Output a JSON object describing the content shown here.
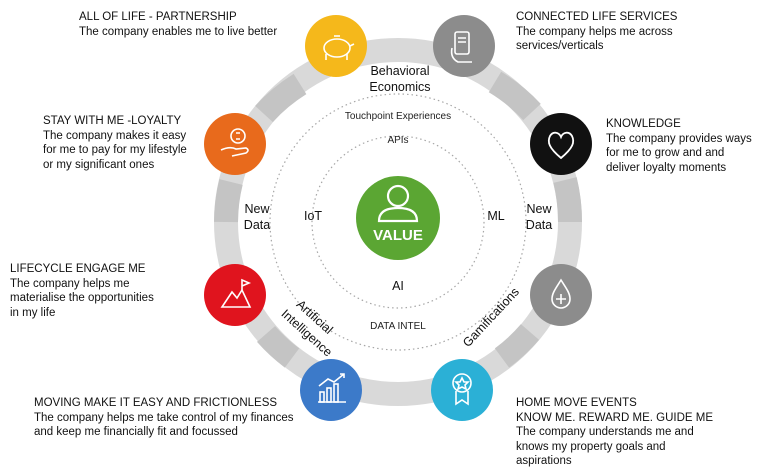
{
  "center": {
    "label": "VALUE",
    "icon": "person-icon",
    "color": "#5BA633"
  },
  "ring_labels": {
    "top": [
      "Behavioral",
      "Economics"
    ],
    "left": [
      "New",
      "Data"
    ],
    "right": [
      "New",
      "Data"
    ],
    "curved_left": [
      "Artificial",
      "Intelligence"
    ],
    "curved_right": "Gamifications"
  },
  "inner_labels": {
    "touchpoint": "Touchpoint Experiences",
    "apis": "APIs",
    "iot": "IoT",
    "ml": "ML",
    "ai": "AI",
    "data_intel": "DATA INTEL"
  },
  "nodes": [
    {
      "id": "partnership",
      "icon": "piggy-bank-icon",
      "color": "#F5B81B"
    },
    {
      "id": "connected",
      "icon": "card-hand-icon",
      "color": "#8C8C8C"
    },
    {
      "id": "knowledge",
      "icon": "heart-icon",
      "color": "#111111"
    },
    {
      "id": "gamification",
      "icon": "drop-plus-icon",
      "color": "#8C8C8C"
    },
    {
      "id": "home-move",
      "icon": "badge-icon",
      "color": "#2BB0D6"
    },
    {
      "id": "moving",
      "icon": "growth-chart-icon",
      "color": "#3C7AC9"
    },
    {
      "id": "lifecycle",
      "icon": "mountain-flag-icon",
      "color": "#E0141E"
    },
    {
      "id": "loyalty",
      "icon": "coin-hand-icon",
      "color": "#E86A1C"
    }
  ],
  "blocks": {
    "partnership": {
      "title": "ALL OF LIFE - PARTNERSHIP",
      "lines": [
        "The company enables me to live better"
      ]
    },
    "connected": {
      "title": "CONNECTED LIFE SERVICES",
      "lines": [
        "The company helps me across",
        "services/verticals"
      ]
    },
    "knowledge": {
      "title": "KNOWLEDGE",
      "lines": [
        "The company provides ways",
        "for me to grow and and",
        "deliver loyalty moments"
      ]
    },
    "loyalty": {
      "title": "STAY WITH ME -LOYALTY",
      "lines": [
        "The company makes it easy",
        "for me to pay for my lifestyle",
        "or my significant ones"
      ]
    },
    "lifecycle": {
      "title": "LIFECYCLE ENGAGE ME",
      "lines": [
        "The company helps me",
        "materialise the opportunities",
        "in my life"
      ]
    },
    "moving": {
      "title": "MOVING MAKE IT EASY AND FRICTIONLESS",
      "lines": [
        "The company helps me take control of my finances",
        "and keep me financially fit and focussed"
      ]
    },
    "home_move": {
      "title": "HOME MOVE EVENTS",
      "title2": "KNOW ME. REWARD ME. GUIDE ME",
      "lines": [
        "The company understands me and",
        "knows my property goals and",
        "aspirations"
      ]
    }
  },
  "colors": {
    "ring": "#D9D9D9",
    "ring_dark": "#C4C4C4",
    "dotted": "#A6A6A6"
  }
}
